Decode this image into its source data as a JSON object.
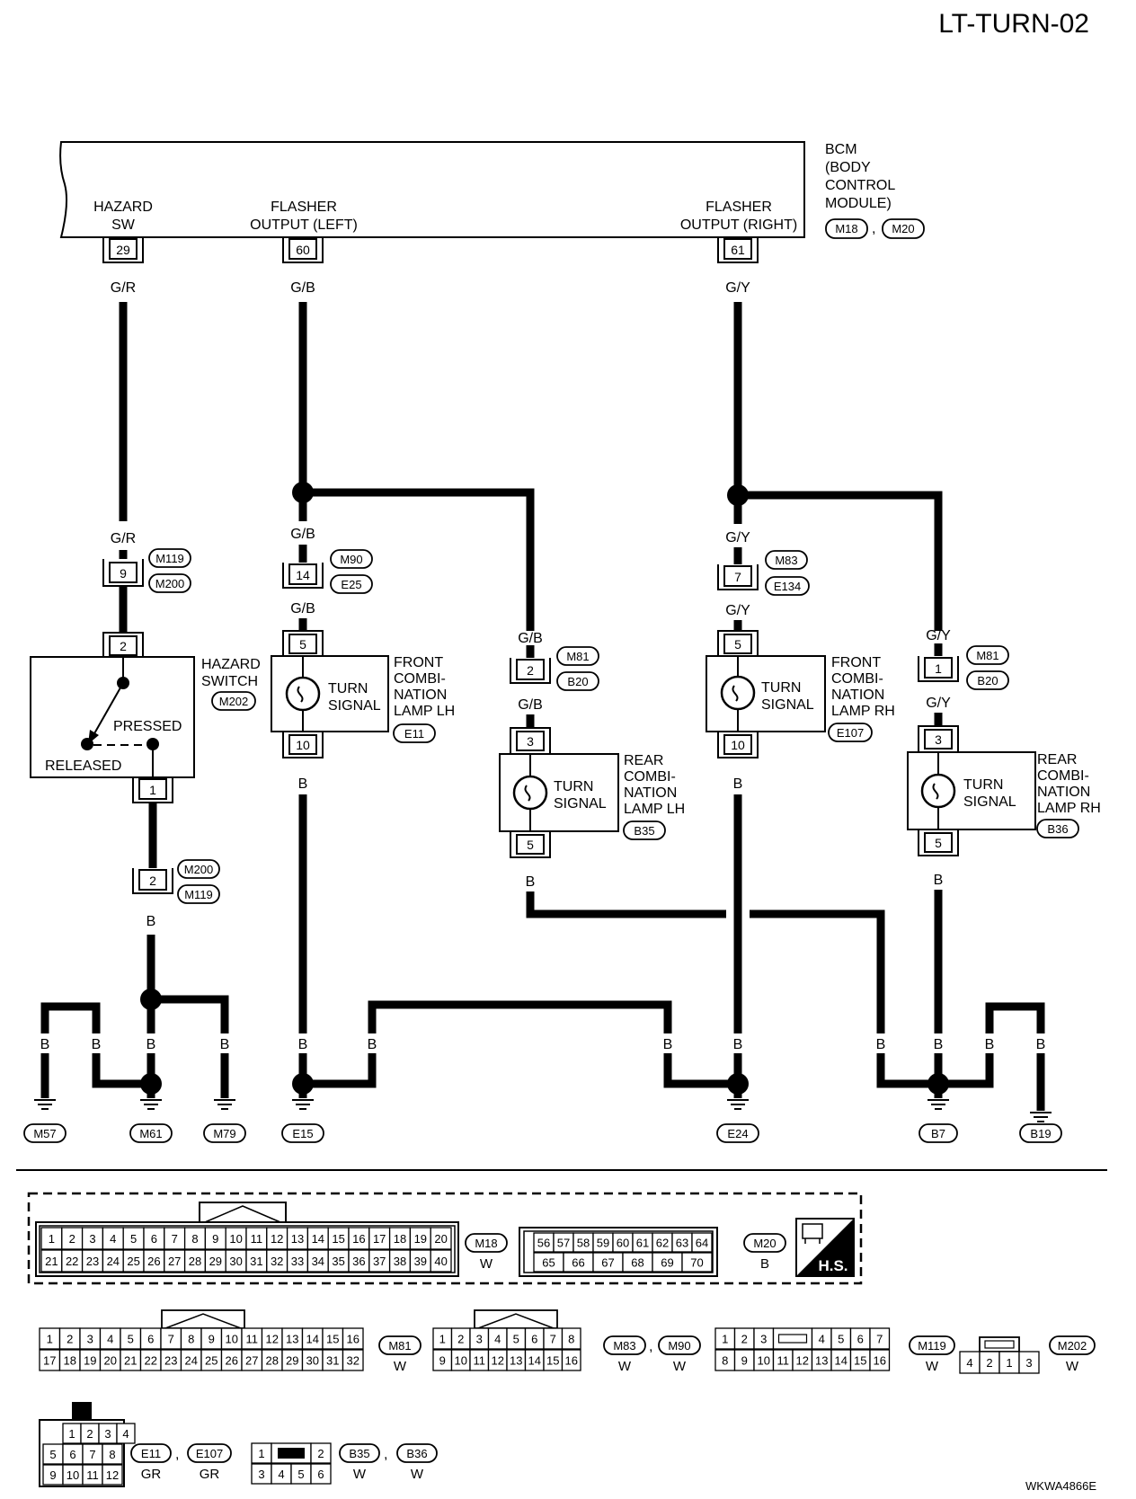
{
  "title": "LT-TURN-02",
  "figure_id": "WKWA4866E",
  "bcm": {
    "label_lines": [
      "BCM",
      "(BODY",
      "CONTROL",
      "MODULE)"
    ],
    "connectors": [
      "M18",
      "M20"
    ],
    "terminals": [
      {
        "name_lines": [
          "HAZARD",
          "SW"
        ],
        "pin": "29",
        "wire": "G/R"
      },
      {
        "name_lines": [
          "FLASHER",
          "OUTPUT (LEFT)"
        ],
        "pin": "60",
        "wire": "G/B"
      },
      {
        "name_lines": [
          "FLASHER",
          "OUTPUT (RIGHT)"
        ],
        "pin": "61",
        "wire": "G/Y"
      }
    ]
  },
  "hazard_branch": {
    "wire_upper": "G/R",
    "joint_pin": "9",
    "joint_connectors": [
      "M119",
      "M200"
    ],
    "switch": {
      "label_lines": [
        "HAZARD",
        "SWITCH"
      ],
      "connector": "M202",
      "pin_top": "2",
      "pin_bottom": "1",
      "pressed": "PRESSED",
      "released": "RELEASED"
    },
    "lower_pin": "2",
    "lower_connectors": [
      "M200",
      "M119"
    ],
    "wire_lower": "B"
  },
  "left_branch": {
    "wire_top": "G/B",
    "inline_pin": "14",
    "inline_connectors": [
      "M90",
      "E25"
    ],
    "wire_mid": "G/B",
    "front_lamp": {
      "pin_top": "5",
      "pin_bottom": "10",
      "signal_lines": [
        "TURN",
        "SIGNAL"
      ],
      "label_lines": [
        "FRONT",
        "COMBI-",
        "NATION",
        "LAMP LH"
      ],
      "connector": "E11",
      "wire_out": "B"
    },
    "rear_feed_wire": "G/B",
    "rear_inline_pin": "2",
    "rear_inline_connectors": [
      "M81",
      "B20"
    ],
    "rear_wire_mid": "G/B",
    "rear_lamp": {
      "pin_top": "3",
      "pin_bottom": "5",
      "signal_lines": [
        "TURN",
        "SIGNAL"
      ],
      "label_lines": [
        "REAR",
        "COMBI-",
        "NATION",
        "LAMP LH"
      ],
      "connector": "B35",
      "wire_out": "B"
    }
  },
  "right_branch": {
    "wire_top": "G/Y",
    "inline_pin": "7",
    "inline_connectors": [
      "M83",
      "E134"
    ],
    "wire_mid": "G/Y",
    "front_lamp": {
      "pin_top": "5",
      "pin_bottom": "10",
      "signal_lines": [
        "TURN",
        "SIGNAL"
      ],
      "label_lines": [
        "FRONT",
        "COMBI-",
        "NATION",
        "LAMP RH"
      ],
      "connector": "E107",
      "wire_out": "B"
    },
    "rear_feed_wire": "G/Y",
    "rear_inline_pin": "1",
    "rear_inline_connectors": [
      "M81",
      "B20"
    ],
    "rear_wire_mid": "G/Y",
    "rear_lamp": {
      "pin_top": "3",
      "pin_bottom": "5",
      "signal_lines": [
        "TURN",
        "SIGNAL"
      ],
      "label_lines": [
        "REAR",
        "COMBI-",
        "NATION",
        "LAMP RH"
      ],
      "connector": "B36",
      "wire_out": "B"
    }
  },
  "grounds": {
    "wire": "B",
    "points": [
      "M57",
      "M61",
      "M79",
      "E15",
      "E24",
      "B7",
      "B19"
    ]
  },
  "connector_views": [
    {
      "id": "M18",
      "color": "W",
      "rows": [
        [
          "1",
          "2",
          "3",
          "4",
          "5",
          "6",
          "7",
          "8",
          "9",
          "10",
          "11",
          "12",
          "13",
          "14",
          "15",
          "16",
          "17",
          "18",
          "19",
          "20"
        ],
        [
          "21",
          "22",
          "23",
          "24",
          "25",
          "26",
          "27",
          "28",
          "29",
          "30",
          "31",
          "32",
          "33",
          "34",
          "35",
          "36",
          "37",
          "38",
          "39",
          "40"
        ]
      ]
    },
    {
      "id": "M20",
      "color": "B",
      "rows": [
        [
          "56",
          "57",
          "58",
          "59",
          "60",
          "61",
          "62",
          "63",
          "64"
        ],
        [
          "65",
          "66",
          "67",
          "68",
          "69",
          "70"
        ]
      ]
    },
    {
      "id": "M81",
      "color": "W",
      "rows": [
        [
          "1",
          "2",
          "3",
          "4",
          "5",
          "6",
          "7",
          "8",
          "9",
          "10",
          "11",
          "12",
          "13",
          "14",
          "15",
          "16"
        ],
        [
          "17",
          "18",
          "19",
          "20",
          "21",
          "22",
          "23",
          "24",
          "25",
          "26",
          "27",
          "28",
          "29",
          "30",
          "31",
          "32"
        ]
      ]
    },
    {
      "id": "M83",
      "color": "W",
      "rows": [
        [
          "1",
          "2",
          "3",
          "4",
          "5",
          "6",
          "7",
          "8"
        ],
        [
          "9",
          "10",
          "11",
          "12",
          "13",
          "14",
          "15",
          "16"
        ]
      ]
    },
    {
      "id": "M90",
      "color": "W"
    },
    {
      "id": "M119",
      "color": "W",
      "rows": [
        [
          "1",
          "2",
          "3",
          "4",
          "5",
          "6",
          "7"
        ],
        [
          "8",
          "9",
          "10",
          "11",
          "12",
          "13",
          "14",
          "15",
          "16"
        ]
      ]
    },
    {
      "id": "M202",
      "color": "W",
      "rows": [
        [
          "4",
          "2",
          "1",
          "3"
        ]
      ]
    },
    {
      "id": "E11",
      "color": "GR",
      "rows": [
        [
          "1",
          "2",
          "3",
          "4"
        ],
        [
          "5",
          "6",
          "7",
          "8"
        ],
        [
          "9",
          "10",
          "11",
          "12"
        ]
      ]
    },
    {
      "id": "E107",
      "color": "GR"
    },
    {
      "id": "B35",
      "color": "W",
      "rows": [
        [
          "1",
          "2"
        ],
        [
          "3",
          "4",
          "5",
          "6"
        ]
      ]
    },
    {
      "id": "B36",
      "color": "W"
    }
  ],
  "hs_badge": "H.S."
}
